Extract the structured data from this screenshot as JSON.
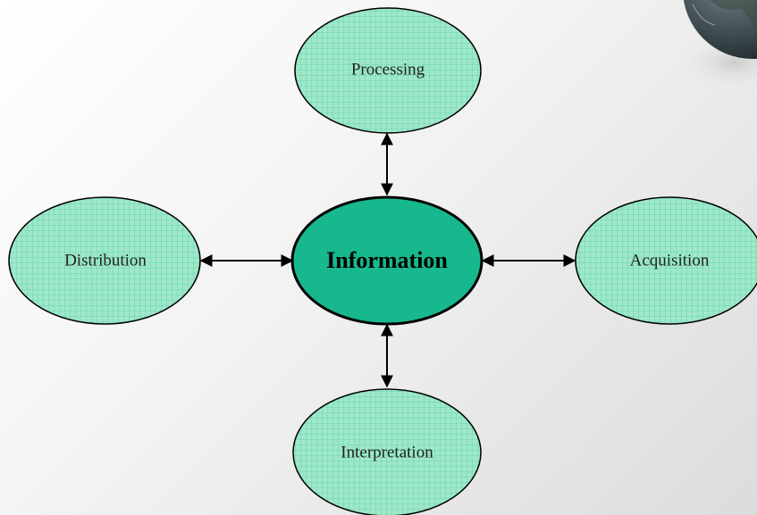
{
  "diagram": {
    "center": {
      "label": "Information"
    },
    "nodes": {
      "top": {
        "label": "Processing"
      },
      "left": {
        "label": "Distribution"
      },
      "right": {
        "label": "Acquisition"
      },
      "bottom": {
        "label": "Interpretation"
      }
    },
    "colors": {
      "node_fill": "#9ee8c9",
      "center_fill": "#17b88e",
      "outline": "#000000",
      "grid": "#5ccfa5"
    },
    "decoration": {
      "corner": "globe"
    }
  }
}
